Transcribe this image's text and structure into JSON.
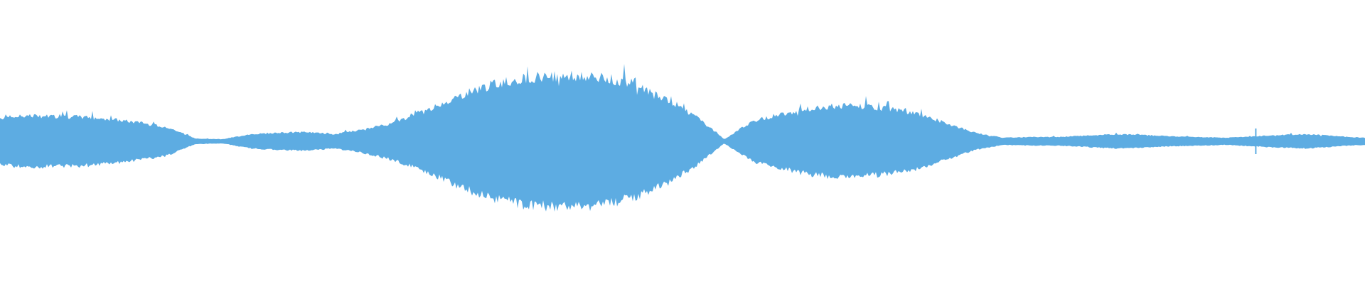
{
  "waveform": {
    "color": "#5dacE2",
    "envelope": [
      0.33,
      0.36,
      0.35,
      0.34,
      0.31,
      0.26,
      0.2,
      0.04,
      0.03,
      0.1,
      0.12,
      0.13,
      0.1,
      0.16,
      0.25,
      0.38,
      0.55,
      0.72,
      0.83,
      0.9,
      0.92,
      0.91,
      0.87,
      0.75,
      0.58,
      0.34,
      0.03,
      0.28,
      0.38,
      0.46,
      0.5,
      0.49,
      0.45,
      0.38,
      0.25,
      0.12,
      0.05,
      0.06,
      0.06,
      0.08,
      0.1,
      0.09,
      0.07,
      0.06,
      0.05,
      0.07,
      0.09,
      0.1,
      0.07,
      0.05
    ],
    "spikes": [
      {
        "pos": 0.92,
        "amp": 0.18
      }
    ]
  }
}
